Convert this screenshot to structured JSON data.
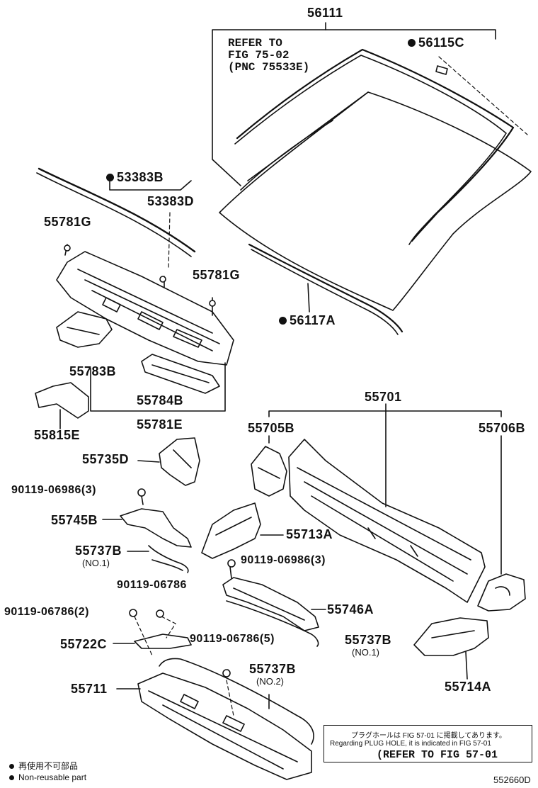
{
  "labels": {
    "p56111": "56111",
    "refer_block": "REFER TO\nFIG 75-02\n(PNC 75533E)",
    "p56115c": "56115C",
    "p53383b": "53383B",
    "p53383d": "53383D",
    "p55781g_1": "55781G",
    "p55781g_2": "55781G",
    "p56117a": "56117A",
    "p55783b": "55783B",
    "p55784b": "55784B",
    "p55815e": "55815E",
    "p55781e": "55781E",
    "p55701": "55701",
    "p55705b": "55705B",
    "p55706b": "55706B",
    "p55735d": "55735D",
    "p90119_06986_3a": "90119-06986(3)",
    "p55745b": "55745B",
    "p55713a": "55713A",
    "p55737b_1": "55737B",
    "p55737b_1_sub": "(NO.1)",
    "p90119_06986_3b": "90119-06986(3)",
    "p90119_06786": "90119-06786",
    "p90119_06786_2": "90119-06786(2)",
    "p55746a": "55746A",
    "p55722c": "55722C",
    "p90119_06786_5": "90119-06786(5)",
    "p55737b_2": "55737B",
    "p55737b_2_sub": "(NO.1)",
    "p55714a": "55714A",
    "p55711": "55711",
    "p55737b_3": "55737B",
    "p55737b_3_sub": "(NO.2)"
  },
  "note_box": {
    "line1": "プラグホールは FIG 57-01 に掲載してあります。",
    "line2": "Regarding PLUG HOLE, it is indicated in FIG 57-01",
    "line3": "(REFER TO FIG 57-01"
  },
  "legend": {
    "jp": "再使用不可部品",
    "en": "Non-reusable part"
  },
  "diagram_id": "552660D"
}
